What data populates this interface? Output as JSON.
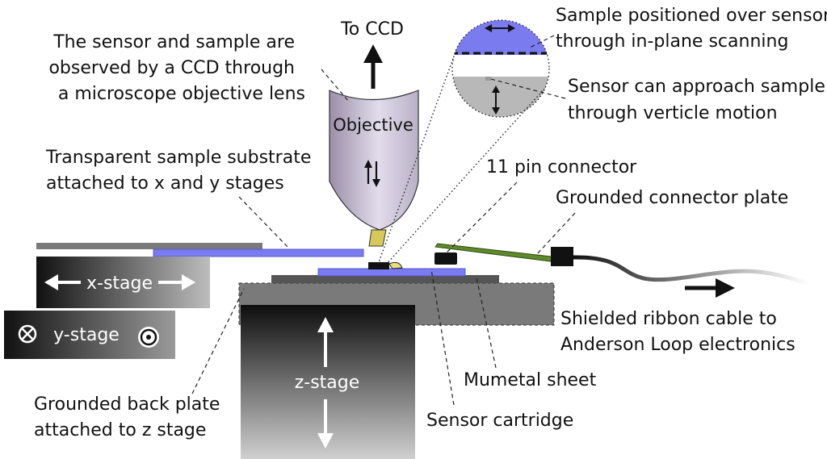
{
  "labels": {
    "to_ccd": "To CCD",
    "objective": "Objective",
    "ccd_note": [
      "The sensor and sample are",
      "observed by a CCD through",
      "a microscope objective lens"
    ],
    "scan_note": [
      "Sample positioned over sensor",
      "through in-plane scanning"
    ],
    "approach_note": [
      "Sensor can approach sample",
      "through verticle motion"
    ],
    "substrate_note": [
      "Transparent sample substrate",
      "attached to x and y stages"
    ],
    "connector_11pin": "11 pin connector",
    "connector_plate": "Grounded connector plate",
    "x_stage": "x-stage",
    "y_stage": "y-stage",
    "z_stage": "z-stage",
    "ribbon_note": [
      "Shielded ribbon cable to",
      "Anderson Loop electronics"
    ],
    "mumetal": "Mumetal sheet",
    "back_plate_note": [
      "Grounded back plate",
      "attached to z stage"
    ],
    "cartridge": "Sensor cartridge"
  },
  "colors": {
    "sample_blue": "#7b7bf0",
    "stage_gray": "#7a7a7a",
    "connector_green": "#5f8a2a",
    "lens_yellow": "#d8c85a",
    "sensor_gray": "#b8b8b8"
  }
}
